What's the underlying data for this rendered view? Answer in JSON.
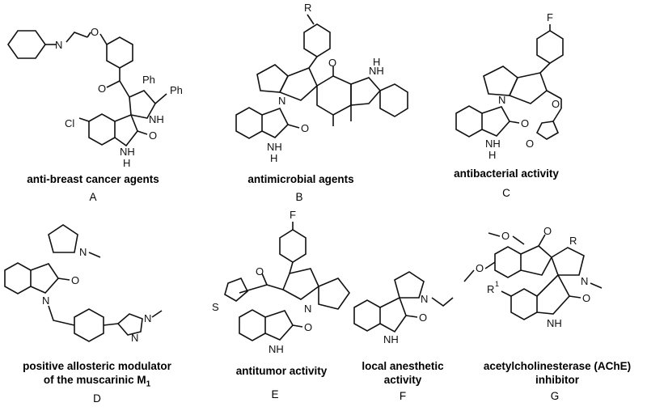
{
  "panels": [
    {
      "letter": "A",
      "caption": "anti-breast cancer agents"
    },
    {
      "letter": "B",
      "caption": "antimicrobial agents"
    },
    {
      "letter": "C",
      "caption": "antibacterial activity"
    },
    {
      "letter": "D",
      "caption_line1": "positive allosteric modulator",
      "caption_line2": "of the muscarinic M",
      "caption_sub": "1"
    },
    {
      "letter": "E",
      "caption": "antitumor activity"
    },
    {
      "letter": "F",
      "caption_line1": "local  anesthetic",
      "caption_line2": "activity"
    },
    {
      "letter": "G",
      "caption_line1": "acetylcholinesterase (AChE)",
      "caption_line2": "inhibitor"
    }
  ],
  "atom_labels": {
    "o": "O",
    "n": "N",
    "nh": "NH",
    "h": "H",
    "ph": "Ph",
    "cl": "Cl",
    "f": "F",
    "r": "R",
    "s": "S",
    "r1": "R",
    "sup1": "1"
  }
}
